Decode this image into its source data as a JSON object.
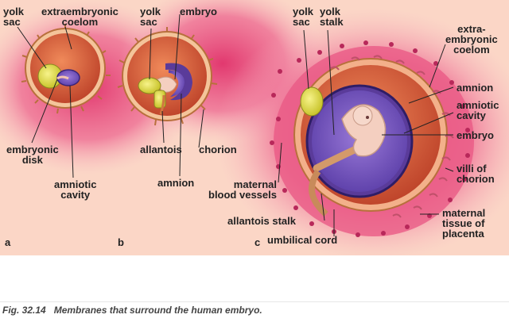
{
  "labels": {
    "a_yolk_sac": "yolk\nsac",
    "a_extraembryonic_coelom": "extraembryonic\ncoelom",
    "a_embryonic_disk": "embryonic\ndisk",
    "a_amniotic_cavity": "amniotic\ncavity",
    "b_yolk_sac": "yolk\nsac",
    "b_embryo": "embryo",
    "b_allantois": "allantois",
    "b_chorion": "chorion",
    "b_amnion": "amnion",
    "c_yolk_sac": "yolk\nsac",
    "c_yolk_stalk": "yolk\nstalk",
    "c_extraembryonic_coelom": "extra-\nembryonic\ncoelom",
    "c_amnion": "amnion",
    "c_amniotic_cavity": "amniotic\ncavity",
    "c_embryo": "embryo",
    "c_villi_of_chorion": "villi of\nchorion",
    "c_maternal_blood_vessels": "maternal\nblood vessels",
    "c_allantois_stalk": "allantois stalk",
    "c_umbilical_cord": "umbilical cord",
    "c_maternal_tissue_of_placenta": "maternal\ntissue of\nplacenta"
  },
  "panels": {
    "a": "a",
    "b": "b",
    "c": "c"
  },
  "caption": {
    "figure_number": "Fig. 32.14",
    "text": "Membranes that surround the human embryo."
  },
  "colors": {
    "background": "#fbd6c6",
    "maternal_tissue": "#ea5a86",
    "chorion": "#f0b07a",
    "coelom": "#c9573c",
    "amnion": "#5a3b9a",
    "amniotic_cavity": "#7b5bc4",
    "yolk_sac": "#e8e04a",
    "embryo": "#f4cfc0"
  }
}
